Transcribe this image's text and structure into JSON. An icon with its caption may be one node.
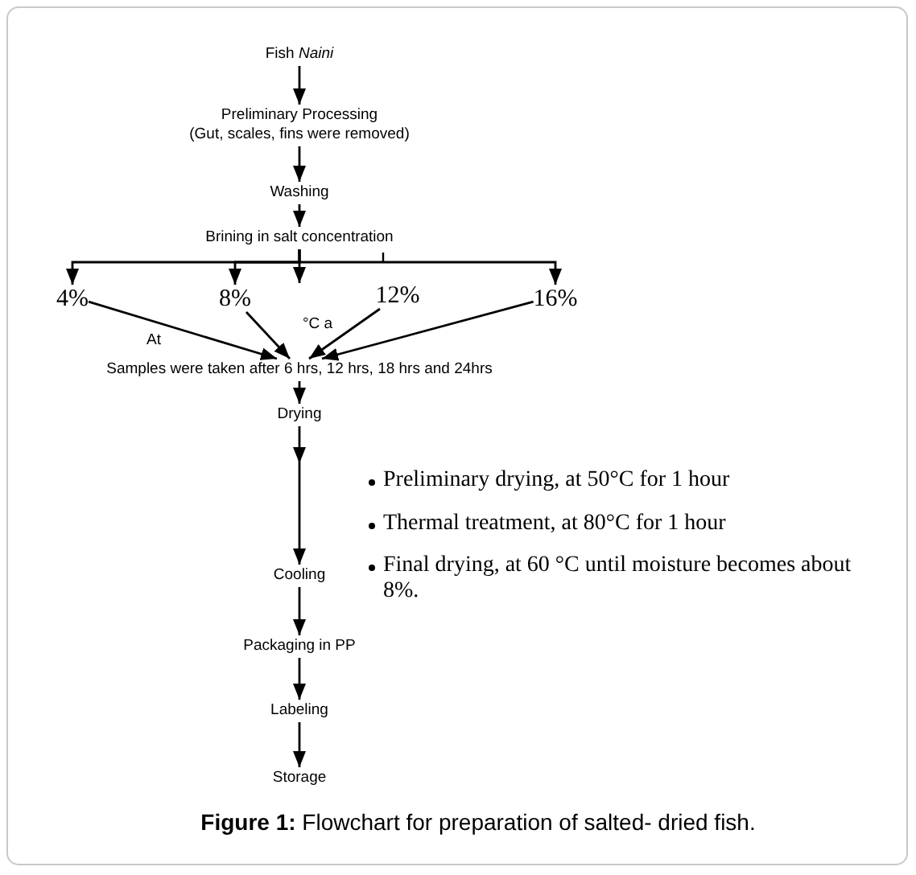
{
  "diagram": {
    "caption": "**Figure 1:** Flowchart for preparation of salted- dried fish.",
    "nodes": [
      {
        "text": [
          "Fish *Naini*"
        ]
      },
      {
        "text": [
          "Preliminary Processing",
          "(Gut, scales, fins were removed)"
        ]
      },
      {
        "text": [
          "Washing"
        ]
      },
      {
        "text": [
          "Brining in salt concentration"
        ]
      },
      {
        "text": [
          "4%"
        ]
      },
      {
        "text": [
          "8%"
        ]
      },
      {
        "text": [
          "12%"
        ]
      },
      {
        "text": [
          "16%"
        ]
      },
      {
        "text": [
          "Samples were taken after 6 hrs, 12 hrs, 18 hrs and 24hrs"
        ]
      },
      {
        "text": [
          "Drying"
        ]
      },
      {
        "text": [
          "Cooling"
        ]
      },
      {
        "text": [
          "Packaging in PP"
        ]
      },
      {
        "text": [
          "Labeling"
        ]
      },
      {
        "text": [
          "Storage"
        ]
      }
    ],
    "edges": [
      {
        "from": 0,
        "to": 1,
        "arrow": "to"
      },
      {
        "from": 1,
        "to": 2,
        "arrow": "to"
      },
      {
        "from": 2,
        "to": 3,
        "arrow": "to"
      },
      {
        "from": 3,
        "to": 4,
        "arrow": "to"
      },
      {
        "from": 3,
        "to": 5,
        "arrow": "to"
      },
      {
        "from": 3,
        "to": null,
        "arrow": "to"
      },
      {
        "from": 3,
        "to": 7,
        "arrow": "to"
      },
      {
        "from": 4,
        "to": 8,
        "arrow": "to"
      },
      {
        "from": 5,
        "to": 8,
        "arrow": "to"
      },
      {
        "from": 6,
        "to": 8,
        "arrow": "to"
      },
      {
        "from": 7,
        "to": 8,
        "arrow": "to"
      },
      {
        "from": 8,
        "to": 9,
        "arrow": "to"
      },
      {
        "from": 9,
        "to": 10,
        "arrow": "to"
      },
      {
        "from": 10,
        "to": 11,
        "arrow": "to"
      },
      {
        "from": 11,
        "to": 12,
        "arrow": "to"
      },
      {
        "from": 12,
        "to": 13,
        "arrow": "to"
      }
    ],
    "labels": [
      "At",
      "°C a",
      "Preliminary drying, at 50°C for 1 hour",
      "Thermal treatment, at 80°C for 1 hour",
      "Final drying, at 60 °C until moisture becomes about 8%."
    ]
  }
}
